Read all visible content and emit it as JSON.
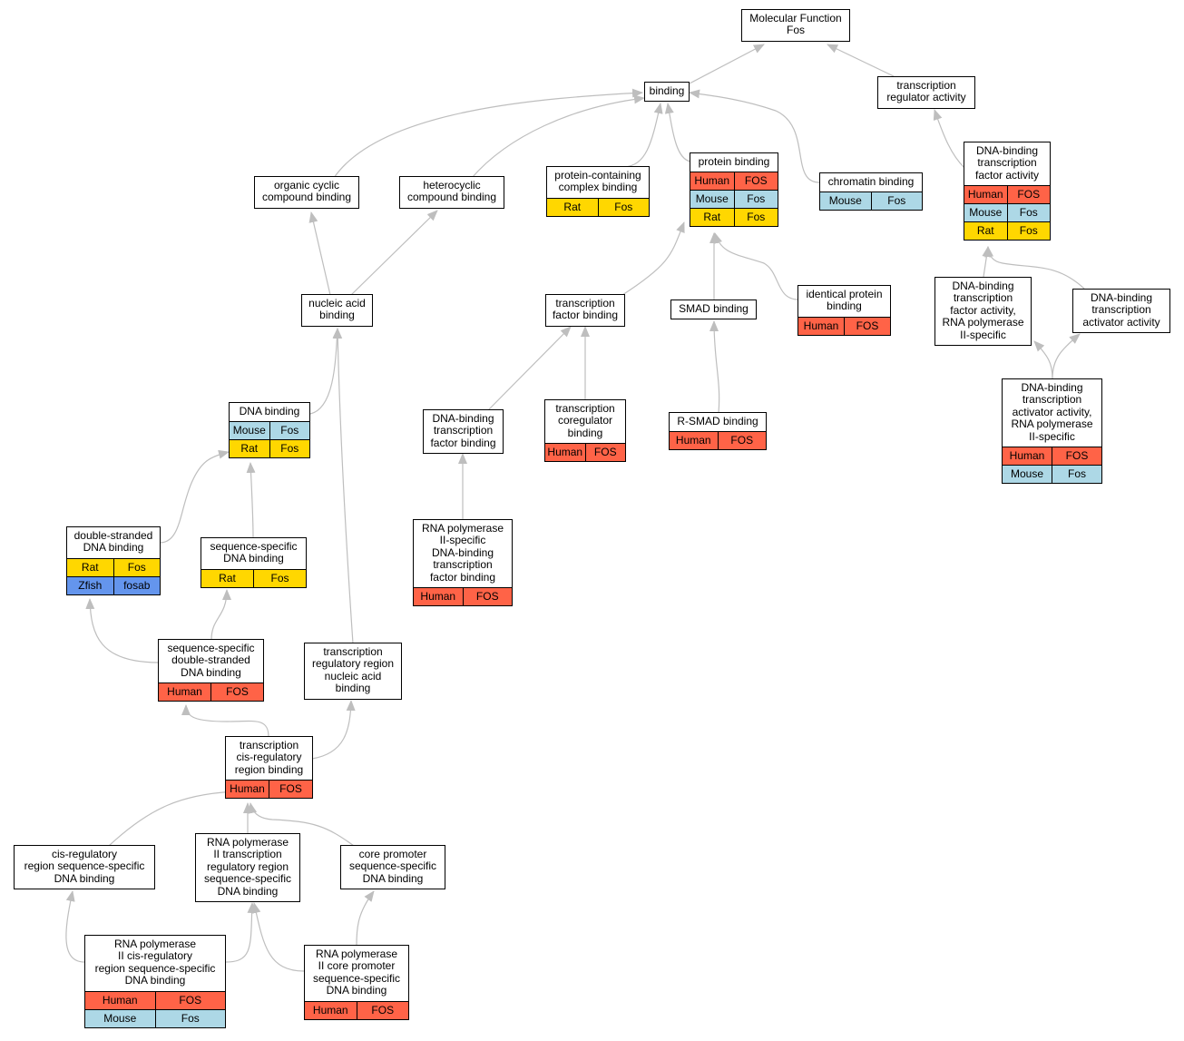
{
  "colors": {
    "Human": "#ff6347",
    "Mouse": "#add8e6",
    "Rat": "#ffd700",
    "Zfish": "#6495ed",
    "edge": "#bebebe",
    "border": "#000000"
  },
  "nodes": [
    {
      "id": "mf",
      "label": "Molecular Function\nFos",
      "rows": []
    },
    {
      "id": "binding",
      "label": "binding",
      "rows": []
    },
    {
      "id": "tra",
      "label": "transcription\nregulator activity",
      "rows": []
    },
    {
      "id": "dbtfa",
      "label": "DNA-binding\ntranscription\nfactor activity",
      "rows": [
        [
          "Human",
          "FOS"
        ],
        [
          "Mouse",
          "Fos"
        ],
        [
          "Rat",
          "Fos"
        ]
      ]
    },
    {
      "id": "occb",
      "label": "organic cyclic\ncompound binding",
      "rows": []
    },
    {
      "id": "hccb",
      "label": "heterocyclic\ncompound binding",
      "rows": []
    },
    {
      "id": "pccb",
      "label": "protein-containing\ncomplex binding",
      "rows": [
        [
          "Rat",
          "Fos"
        ]
      ]
    },
    {
      "id": "pb",
      "label": "protein binding",
      "rows": [
        [
          "Human",
          "FOS"
        ],
        [
          "Mouse",
          "Fos"
        ],
        [
          "Rat",
          "Fos"
        ]
      ]
    },
    {
      "id": "chb",
      "label": "chromatin binding",
      "rows": [
        [
          "Mouse",
          "Fos"
        ]
      ]
    },
    {
      "id": "dbtfa2",
      "label": "DNA-binding\ntranscription\nfactor activity,\nRNA polymerase\nII-specific",
      "rows": []
    },
    {
      "id": "dbtaa",
      "label": "DNA-binding\ntranscription\nactivator activity",
      "rows": []
    },
    {
      "id": "nab",
      "label": "nucleic acid\nbinding",
      "rows": []
    },
    {
      "id": "tfb",
      "label": "transcription\nfactor binding",
      "rows": []
    },
    {
      "id": "smad",
      "label": "SMAD binding",
      "rows": []
    },
    {
      "id": "ipb",
      "label": "identical protein\nbinding",
      "rows": [
        [
          "Human",
          "FOS"
        ]
      ]
    },
    {
      "id": "dbtaa2",
      "label": "DNA-binding\ntranscription\nactivator activity,\nRNA polymerase\nII-specific",
      "rows": [
        [
          "Human",
          "FOS"
        ],
        [
          "Mouse",
          "Fos"
        ]
      ]
    },
    {
      "id": "dnab",
      "label": "DNA binding",
      "rows": [
        [
          "Mouse",
          "Fos"
        ],
        [
          "Rat",
          "Fos"
        ]
      ]
    },
    {
      "id": "dbtfb",
      "label": "DNA-binding\ntranscription\nfactor binding",
      "rows": []
    },
    {
      "id": "tcb",
      "label": "transcription\ncoregulator\nbinding",
      "rows": [
        [
          "Human",
          "FOS"
        ]
      ]
    },
    {
      "id": "rsmad",
      "label": "R-SMAD binding",
      "rows": [
        [
          "Human",
          "FOS"
        ]
      ]
    },
    {
      "id": "dsdb",
      "label": "double-stranded\nDNA binding",
      "rows": [
        [
          "Rat",
          "Fos"
        ],
        [
          "Zfish",
          "fosab"
        ]
      ]
    },
    {
      "id": "ssdb",
      "label": "sequence-specific\nDNA binding",
      "rows": [
        [
          "Rat",
          "Fos"
        ]
      ]
    },
    {
      "id": "rnap2dbtfb",
      "label": "RNA polymerase\nII-specific\nDNA-binding\ntranscription\nfactor binding",
      "rows": [
        [
          "Human",
          "FOS"
        ]
      ]
    },
    {
      "id": "ssdsdb",
      "label": "sequence-specific\ndouble-stranded\nDNA binding",
      "rows": [
        [
          "Human",
          "FOS"
        ]
      ]
    },
    {
      "id": "trrnab",
      "label": "transcription\nregulatory region\nnucleic acid\nbinding",
      "rows": []
    },
    {
      "id": "tcrrb",
      "label": "transcription\ncis-regulatory\nregion binding",
      "rows": [
        [
          "Human",
          "FOS"
        ]
      ]
    },
    {
      "id": "crrssdb",
      "label": "cis-regulatory\nregion sequence-specific\nDNA binding",
      "rows": []
    },
    {
      "id": "rnap2trrssdb",
      "label": "RNA polymerase\nII transcription\nregulatory region\nsequence-specific\nDNA binding",
      "rows": []
    },
    {
      "id": "cpssdb",
      "label": "core promoter\nsequence-specific\nDNA binding",
      "rows": []
    },
    {
      "id": "rnap2crrssdb",
      "label": "RNA polymerase\nII cis-regulatory\nregion sequence-specific\nDNA binding",
      "rows": [
        [
          "Human",
          "FOS"
        ],
        [
          "Mouse",
          "Fos"
        ]
      ]
    },
    {
      "id": "rnap2cpssdb",
      "label": "RNA polymerase\nII core promoter\nsequence-specific\nDNA binding",
      "rows": [
        [
          "Human",
          "FOS"
        ]
      ]
    }
  ]
}
